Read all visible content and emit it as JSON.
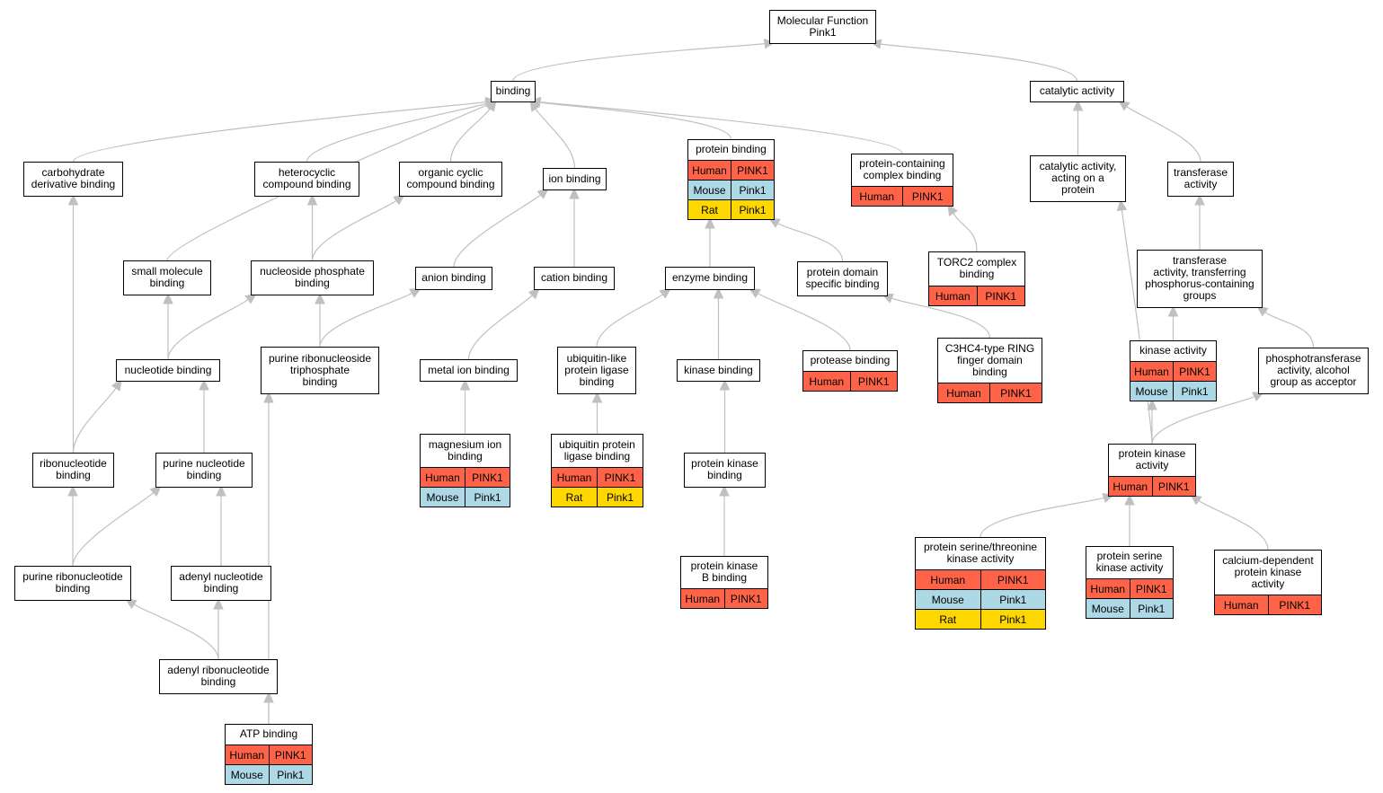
{
  "diagram": {
    "colors": {
      "human": "#ff6347",
      "mouse": "#add8e6",
      "rat": "#ffd700",
      "edge": "#c0c0c0"
    },
    "nodes": [
      {
        "id": "molecular_function",
        "label": "Molecular Function\nPink1"
      },
      {
        "id": "binding",
        "label": "binding"
      },
      {
        "id": "catalytic_activity",
        "label": "catalytic activity"
      },
      {
        "id": "carbohydrate_derivative_binding",
        "label": "carbohydrate\nderivative binding"
      },
      {
        "id": "heterocyclic_compound_binding",
        "label": "heterocyclic\ncompound binding"
      },
      {
        "id": "organic_cyclic_compound_binding",
        "label": "organic cyclic\ncompound binding"
      },
      {
        "id": "ion_binding",
        "label": "ion binding"
      },
      {
        "id": "protein_binding",
        "label": "protein binding",
        "species": [
          {
            "species": "Human",
            "gene": "PINK1",
            "cls": "human"
          },
          {
            "species": "Mouse",
            "gene": "Pink1",
            "cls": "mouse"
          },
          {
            "species": "Rat",
            "gene": "Pink1",
            "cls": "rat"
          }
        ]
      },
      {
        "id": "protein_containing_complex_binding",
        "label": "protein-containing\ncomplex binding",
        "species": [
          {
            "species": "Human",
            "gene": "PINK1",
            "cls": "human"
          }
        ]
      },
      {
        "id": "catalytic_activity_on_protein",
        "label": "catalytic activity,\nacting on a\nprotein"
      },
      {
        "id": "transferase_activity",
        "label": "transferase\nactivity"
      },
      {
        "id": "small_molecule_binding",
        "label": "small molecule\nbinding"
      },
      {
        "id": "nucleoside_phosphate_binding",
        "label": "nucleoside phosphate\nbinding"
      },
      {
        "id": "anion_binding",
        "label": "anion binding"
      },
      {
        "id": "cation_binding",
        "label": "cation binding"
      },
      {
        "id": "enzyme_binding",
        "label": "enzyme binding"
      },
      {
        "id": "protein_domain_specific_binding",
        "label": "protein domain\nspecific binding"
      },
      {
        "id": "torc2_complex_binding",
        "label": "TORC2 complex\nbinding",
        "species": [
          {
            "species": "Human",
            "gene": "PINK1",
            "cls": "human"
          }
        ]
      },
      {
        "id": "transferase_phosphorus",
        "label": "transferase\nactivity, transferring\nphosphorus-containing\ngroups"
      },
      {
        "id": "nucleotide_binding",
        "label": "nucleotide binding"
      },
      {
        "id": "purine_ribonucleoside_triphosphate_binding",
        "label": "purine ribonucleoside\ntriphosphate\nbinding"
      },
      {
        "id": "metal_ion_binding",
        "label": "metal ion binding"
      },
      {
        "id": "ubiquitin_like_protein_ligase_binding",
        "label": "ubiquitin-like\nprotein ligase\nbinding"
      },
      {
        "id": "kinase_binding",
        "label": "kinase binding"
      },
      {
        "id": "protease_binding",
        "label": "protease binding",
        "species": [
          {
            "species": "Human",
            "gene": "PINK1",
            "cls": "human"
          }
        ]
      },
      {
        "id": "c3hc4_ring_binding",
        "label": "C3HC4-type RING\nfinger domain\nbinding",
        "species": [
          {
            "species": "Human",
            "gene": "PINK1",
            "cls": "human"
          }
        ]
      },
      {
        "id": "kinase_activity",
        "label": "kinase activity",
        "species": [
          {
            "species": "Human",
            "gene": "PINK1",
            "cls": "human"
          },
          {
            "species": "Mouse",
            "gene": "Pink1",
            "cls": "mouse"
          }
        ]
      },
      {
        "id": "phosphotransferase_alcohol",
        "label": "phosphotransferase\nactivity, alcohol\ngroup as acceptor"
      },
      {
        "id": "ribonucleotide_binding",
        "label": "ribonucleotide\nbinding"
      },
      {
        "id": "purine_nucleotide_binding",
        "label": "purine nucleotide\nbinding"
      },
      {
        "id": "magnesium_ion_binding",
        "label": "magnesium ion\nbinding",
        "species": [
          {
            "species": "Human",
            "gene": "PINK1",
            "cls": "human"
          },
          {
            "species": "Mouse",
            "gene": "Pink1",
            "cls": "mouse"
          }
        ]
      },
      {
        "id": "ubiquitin_protein_ligase_binding",
        "label": "ubiquitin protein\nligase binding",
        "species": [
          {
            "species": "Human",
            "gene": "PINK1",
            "cls": "human"
          },
          {
            "species": "Rat",
            "gene": "Pink1",
            "cls": "rat"
          }
        ]
      },
      {
        "id": "protein_kinase_binding",
        "label": "protein kinase\nbinding"
      },
      {
        "id": "protein_kinase_activity",
        "label": "protein kinase\nactivity",
        "species": [
          {
            "species": "Human",
            "gene": "PINK1",
            "cls": "human"
          }
        ]
      },
      {
        "id": "purine_ribonucleotide_binding",
        "label": "purine ribonucleotide\nbinding"
      },
      {
        "id": "adenyl_nucleotide_binding",
        "label": "adenyl nucleotide\nbinding"
      },
      {
        "id": "protein_kinase_b_binding",
        "label": "protein kinase\nB binding",
        "species": [
          {
            "species": "Human",
            "gene": "PINK1",
            "cls": "human"
          }
        ]
      },
      {
        "id": "protein_ser_thr_kinase",
        "label": "protein serine/threonine\nkinase activity",
        "species": [
          {
            "species": "Human",
            "gene": "PINK1",
            "cls": "human"
          },
          {
            "species": "Mouse",
            "gene": "Pink1",
            "cls": "mouse"
          },
          {
            "species": "Rat",
            "gene": "Pink1",
            "cls": "rat"
          }
        ]
      },
      {
        "id": "protein_serine_kinase",
        "label": "protein serine\nkinase activity",
        "species": [
          {
            "species": "Human",
            "gene": "PINK1",
            "cls": "human"
          },
          {
            "species": "Mouse",
            "gene": "Pink1",
            "cls": "mouse"
          }
        ]
      },
      {
        "id": "calcium_dependent_kinase",
        "label": "calcium-dependent\nprotein kinase\nactivity",
        "species": [
          {
            "species": "Human",
            "gene": "PINK1",
            "cls": "human"
          }
        ]
      },
      {
        "id": "adenyl_ribonucleotide_binding",
        "label": "adenyl ribonucleotide\nbinding"
      },
      {
        "id": "atp_binding",
        "label": "ATP binding",
        "species": [
          {
            "species": "Human",
            "gene": "PINK1",
            "cls": "human"
          },
          {
            "species": "Mouse",
            "gene": "Pink1",
            "cls": "mouse"
          }
        ]
      }
    ],
    "edges": [
      [
        "binding",
        "molecular_function"
      ],
      [
        "catalytic_activity",
        "molecular_function"
      ],
      [
        "carbohydrate_derivative_binding",
        "binding"
      ],
      [
        "heterocyclic_compound_binding",
        "binding"
      ],
      [
        "organic_cyclic_compound_binding",
        "binding"
      ],
      [
        "ion_binding",
        "binding"
      ],
      [
        "protein_binding",
        "binding"
      ],
      [
        "protein_containing_complex_binding",
        "binding"
      ],
      [
        "small_molecule_binding",
        "binding"
      ],
      [
        "catalytic_activity_on_protein",
        "catalytic_activity"
      ],
      [
        "transferase_activity",
        "catalytic_activity"
      ],
      [
        "nucleoside_phosphate_binding",
        "heterocyclic_compound_binding"
      ],
      [
        "nucleoside_phosphate_binding",
        "organic_cyclic_compound_binding"
      ],
      [
        "anion_binding",
        "ion_binding"
      ],
      [
        "cation_binding",
        "ion_binding"
      ],
      [
        "enzyme_binding",
        "protein_binding"
      ],
      [
        "protein_domain_specific_binding",
        "protein_binding"
      ],
      [
        "torc2_complex_binding",
        "protein_containing_complex_binding"
      ],
      [
        "transferase_phosphorus",
        "transferase_activity"
      ],
      [
        "nucleotide_binding",
        "small_molecule_binding"
      ],
      [
        "nucleotide_binding",
        "nucleoside_phosphate_binding"
      ],
      [
        "purine_ribonucleoside_triphosphate_binding",
        "nucleoside_phosphate_binding"
      ],
      [
        "purine_ribonucleoside_triphosphate_binding",
        "anion_binding"
      ],
      [
        "metal_ion_binding",
        "cation_binding"
      ],
      [
        "ubiquitin_like_protein_ligase_binding",
        "enzyme_binding"
      ],
      [
        "kinase_binding",
        "enzyme_binding"
      ],
      [
        "protease_binding",
        "enzyme_binding"
      ],
      [
        "c3hc4_ring_binding",
        "protein_domain_specific_binding"
      ],
      [
        "kinase_activity",
        "transferase_phosphorus"
      ],
      [
        "phosphotransferase_alcohol",
        "transferase_phosphorus"
      ],
      [
        "ribonucleotide_binding",
        "carbohydrate_derivative_binding"
      ],
      [
        "ribonucleotide_binding",
        "nucleotide_binding"
      ],
      [
        "purine_nucleotide_binding",
        "nucleotide_binding"
      ],
      [
        "magnesium_ion_binding",
        "metal_ion_binding"
      ],
      [
        "ubiquitin_protein_ligase_binding",
        "ubiquitin_like_protein_ligase_binding"
      ],
      [
        "protein_kinase_binding",
        "kinase_binding"
      ],
      [
        "protein_kinase_activity",
        "kinase_activity"
      ],
      [
        "protein_kinase_activity",
        "phosphotransferase_alcohol"
      ],
      [
        "protein_kinase_activity",
        "catalytic_activity_on_protein"
      ],
      [
        "purine_ribonucleotide_binding",
        "ribonucleotide_binding"
      ],
      [
        "purine_ribonucleotide_binding",
        "purine_nucleotide_binding"
      ],
      [
        "adenyl_nucleotide_binding",
        "purine_nucleotide_binding"
      ],
      [
        "protein_kinase_b_binding",
        "protein_kinase_binding"
      ],
      [
        "protein_ser_thr_kinase",
        "protein_kinase_activity"
      ],
      [
        "protein_serine_kinase",
        "protein_kinase_activity"
      ],
      [
        "calcium_dependent_kinase",
        "protein_kinase_activity"
      ],
      [
        "adenyl_ribonucleotide_binding",
        "purine_ribonucleotide_binding"
      ],
      [
        "adenyl_ribonucleotide_binding",
        "adenyl_nucleotide_binding"
      ],
      [
        "atp_binding",
        "adenyl_ribonucleotide_binding"
      ],
      [
        "atp_binding",
        "purine_ribonucleoside_triphosphate_binding"
      ]
    ]
  }
}
